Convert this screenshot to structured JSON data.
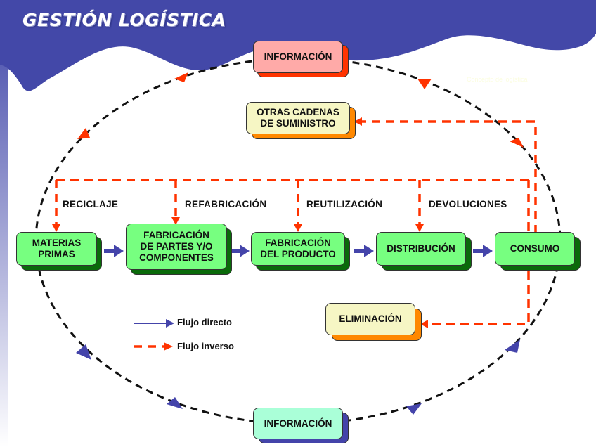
{
  "header": {
    "title": "GESTIÓN LOGÍSTICA",
    "watermark": "Concepto de logística"
  },
  "colors": {
    "header_blue": "#4348a8",
    "direct_flow": "#4444aa",
    "reverse_flow": "#ff3300",
    "info_cycle": "#111111",
    "process_box": "#77ff80",
    "process_shadow": "#0a6a0a",
    "destination_box": "#f6f6c4",
    "destination_shadow": "#ff8800",
    "info_top_box": "#ffaaa8",
    "info_top_shadow": "#ff3300",
    "info_bottom_box": "#aaffd8",
    "info_bottom_shadow": "#4444aa"
  },
  "nodes": {
    "info_top": "INFORMACIÓN",
    "info_bottom": "INFORMACIÓN",
    "other_chains": "OTRAS CADENAS\nDE SUMINISTRO",
    "elimination": "ELIMINACIÓN",
    "process": [
      "MATERIAS\nPRIMAS",
      "FABRICACIÓN\nDE PARTES Y/O\nCOMPONENTES",
      "FABRICACIÓN\nDEL PRODUCTO",
      "DISTRIBUCIÓN",
      "CONSUMO"
    ]
  },
  "reverse_labels": [
    "RECICLAJE",
    "REFABRICACIÓN",
    "REUTILIZACIÓN",
    "DEVOLUCIONES"
  ],
  "legend": {
    "direct": "Flujo directo",
    "reverse": "Flujo inverso"
  }
}
